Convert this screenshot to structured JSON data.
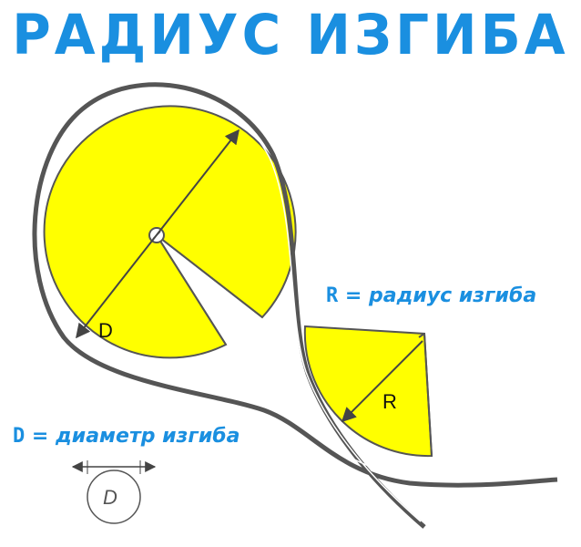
{
  "title": "РАДИУС ИЗГИБА",
  "diagram": {
    "label_d": "D",
    "label_r": "R",
    "icon_label_d": "D"
  },
  "legend": {
    "r_symbol": "R",
    "r_eq": "=",
    "r_text": "радиус изгиба",
    "d_symbol": "D",
    "d_eq": "=",
    "d_text": "диаметр изгиба"
  },
  "colors": {
    "title": "#1a8fe0",
    "fill": "#ffff00",
    "outline": "#555555"
  }
}
